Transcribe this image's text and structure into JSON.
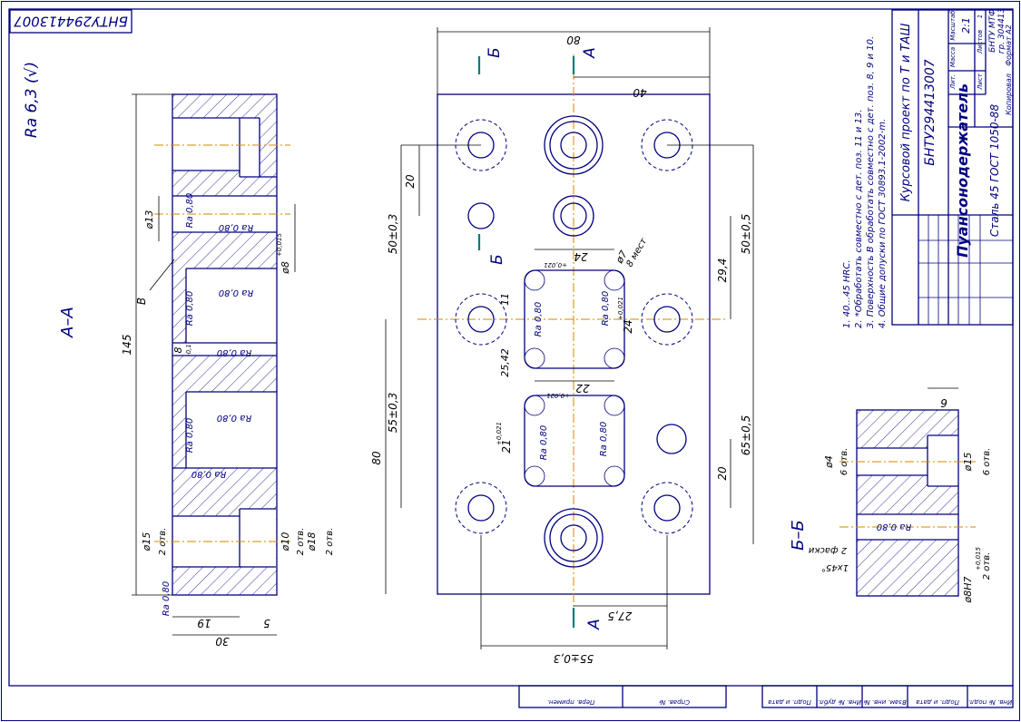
{
  "drawing": {
    "stamp_top": "БНТУ294413007",
    "roughness_general": "Ra 6,3 (√)",
    "section_aa_label": "А–А",
    "section_bb_label": "Б–Б",
    "cut_a": "А",
    "cut_b": "Б",
    "notes": [
      "1. 40...45 HRC.",
      "2. *Обработать совместно с дет. поз. 11 и 13.",
      "3. Поверхность В обработать совместно с дет. поз. 8, 9 и 10.",
      "4. Общие допуски по ГОСТ 30893.1-2002-m."
    ],
    "aa_dims": {
      "h145": "145",
      "w30": "30",
      "w19": "19",
      "w5": "5",
      "d13": "ø13",
      "d8": "ø8",
      "d8tol": "+0,015",
      "d15": "ø15",
      "d15n": "2 отв.",
      "d10": "ø10",
      "d10n": "2 отв.",
      "d18": "ø18",
      "d18n": "2 отв.",
      "surfB": "В",
      "d8b": "8",
      "d8btol": "-0,1",
      "ra": "Ra 0,80"
    },
    "front_dims": {
      "w80": "80",
      "w40": "40",
      "d20": "20",
      "d50l": "50±0,3",
      "d50r": "50±0,5",
      "d29": "29,4",
      "d24top": "24",
      "d24top_tol": "+0,021",
      "d7": "ø7",
      "d7n": "8 мест",
      "d11": "11",
      "d24v": "24",
      "d24v_tol": "+0,021",
      "d25": "25,42",
      "d22": "22",
      "d22_tol": "+0,021",
      "d21": "21",
      "d21_tol": "+0,021",
      "d55l": "55±0,3",
      "d65r": "65±0,5",
      "d80v": "80",
      "d20b": "20",
      "d275": "27,5",
      "d55b": "55±0,3",
      "ra": "Ra 0,80"
    },
    "bb_dims": {
      "d6": "6",
      "d4": "ø4",
      "d4n": "6 отв.",
      "d15": "ø15",
      "d15n": "6 отв.",
      "chamfer": "2 фаски",
      "chamfer2": "1х45°",
      "d8h7": "ø8H7",
      "d8h7tol": "+0,015",
      "d8h7n": "2 отв.",
      "ra": "Ra 0,80"
    },
    "title_block": {
      "doc_number": "БНТУ294413007",
      "course": "Курсовой проект по Т и ТАШ",
      "part_name": "Пуансонодержатель",
      "material": "Сталь 45 ГОСТ 1050-88",
      "org1": "БНТУ МТФ",
      "org2": "гр. 304413",
      "format": "Формат А2",
      "copied": "Копировал",
      "scale_hdr": "Масштаб",
      "mass_hdr": "Масса",
      "lit_hdr": "Лит.",
      "scale": "2:1",
      "sheet": "Лист",
      "sheets": "Листов",
      "sheets_n": "1"
    },
    "bottom_block": {
      "cells_left": [
        "Перв. примен.",
        "Справ. №"
      ],
      "cells_right": [
        "Подп. и дата",
        "Инв. № дубл.",
        "Взам. инв. №",
        "Подп. и дата",
        "Инв. № подл."
      ]
    },
    "colors": {
      "line": "#000080",
      "axis": "#d08a00",
      "cutmark": "#0a7a7a"
    }
  }
}
